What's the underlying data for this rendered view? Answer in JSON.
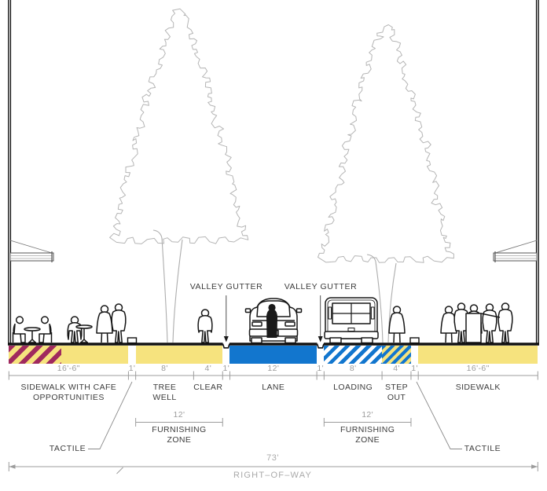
{
  "diagram": {
    "callouts": {
      "valley_gutter": "VALLEY GUTTER",
      "tactile": "TACTILE",
      "total_width": "73'",
      "right_of_way": "RIGHT–OF–WAY"
    },
    "furnishing_zone": {
      "dim": "12'",
      "label": "FURNISHING\nZONE"
    },
    "total_feet": 73,
    "zones": [
      {
        "name": "sidewalk-cafe",
        "dim": "16'-6\"",
        "feet": 16.5,
        "label": "SIDEWALK WITH CAFE\nOPPORTUNITIES",
        "fill": "sidewalk",
        "overlay_feet": 7.25
      },
      {
        "name": "tactile-left",
        "dim": "1'",
        "feet": 1,
        "label": "",
        "fill": "none"
      },
      {
        "name": "tree-well",
        "dim": "8'",
        "feet": 8,
        "label": "TREE\nWELL",
        "fill": "sidewalk",
        "furnishing": "left"
      },
      {
        "name": "clear",
        "dim": "4'",
        "feet": 4,
        "label": "CLEAR",
        "fill": "sidewalk",
        "furnishing": "left"
      },
      {
        "name": "gutter-left",
        "dim": "1'",
        "feet": 1,
        "label": "",
        "fill": "none"
      },
      {
        "name": "lane",
        "dim": "12'",
        "feet": 12,
        "label": "LANE",
        "fill": "lane"
      },
      {
        "name": "gutter-right",
        "dim": "1'",
        "feet": 1,
        "label": "",
        "fill": "none"
      },
      {
        "name": "loading",
        "dim": "8'",
        "feet": 8,
        "label": "LOADING",
        "fill": "loading",
        "furnishing": "right"
      },
      {
        "name": "step-out",
        "dim": "4'",
        "feet": 4,
        "label": "STEP\nOUT",
        "fill": "stepout",
        "furnishing": "right"
      },
      {
        "name": "tactile-right",
        "dim": "1'",
        "feet": 1,
        "label": "",
        "fill": "none"
      },
      {
        "name": "sidewalk",
        "dim": "16'-6\"",
        "feet": 16.5,
        "label": "SIDEWALK",
        "fill": "sidewalk"
      }
    ],
    "colors": {
      "sidewalk_yellow": "#F6E37E",
      "lane_blue": "#1276CE",
      "cafe_hatch_maroon": "#A02A5E",
      "tree_gray": "#B5B5B5",
      "dim_gray": "#9C9C9C",
      "label_dark": "#3C3C3C"
    }
  }
}
